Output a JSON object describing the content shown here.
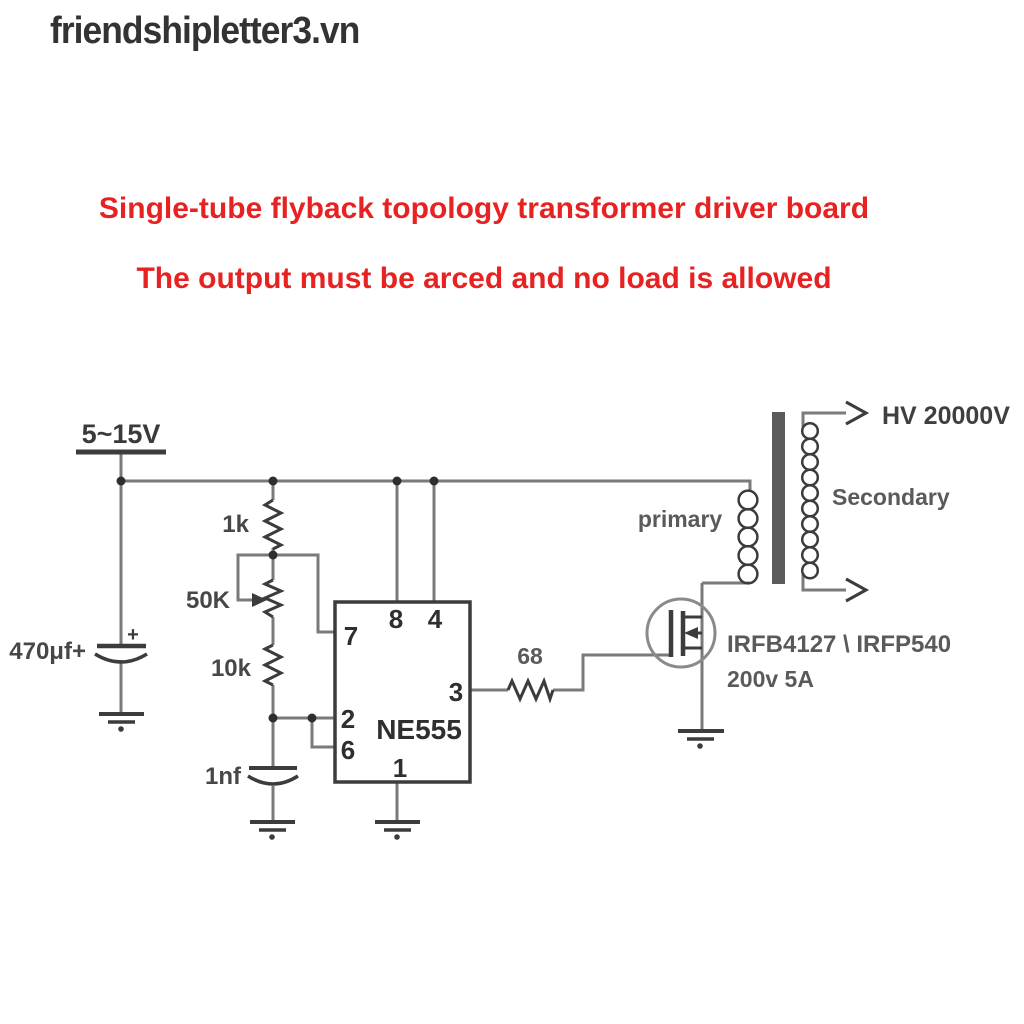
{
  "watermark": "friendshipletter3.vn",
  "heading": {
    "line1": "Single-tube flyback topology transformer driver board",
    "line2": "The output must be arced and no load is allowed"
  },
  "schematic": {
    "supply_label": "5~15V",
    "input_cap_label": "470μf+",
    "input_cap_plus": "+",
    "r1_label": "1k",
    "pot_label": "50K",
    "r2_label": "10k",
    "timing_cap_label": "1nf",
    "gate_res_label": "68",
    "ic_name": "NE555",
    "pins": {
      "p1": "1",
      "p2": "2",
      "p3": "3",
      "p4": "4",
      "p6": "6",
      "p7": "7",
      "p8": "8"
    },
    "mosfet_part": "IRFB4127 \\ IRFP540",
    "mosfet_rating": "200v 5A",
    "primary_label": "primary",
    "secondary_label": "Secondary",
    "output_label": "HV 20000V"
  },
  "colors": {
    "heading_red": "#e62222",
    "watermark_gray": "#333333",
    "wire_gray": "#7a7a7a",
    "component_dark": "#3c3c3c",
    "core_gray": "#5a5a5a",
    "background": "#ffffff"
  }
}
